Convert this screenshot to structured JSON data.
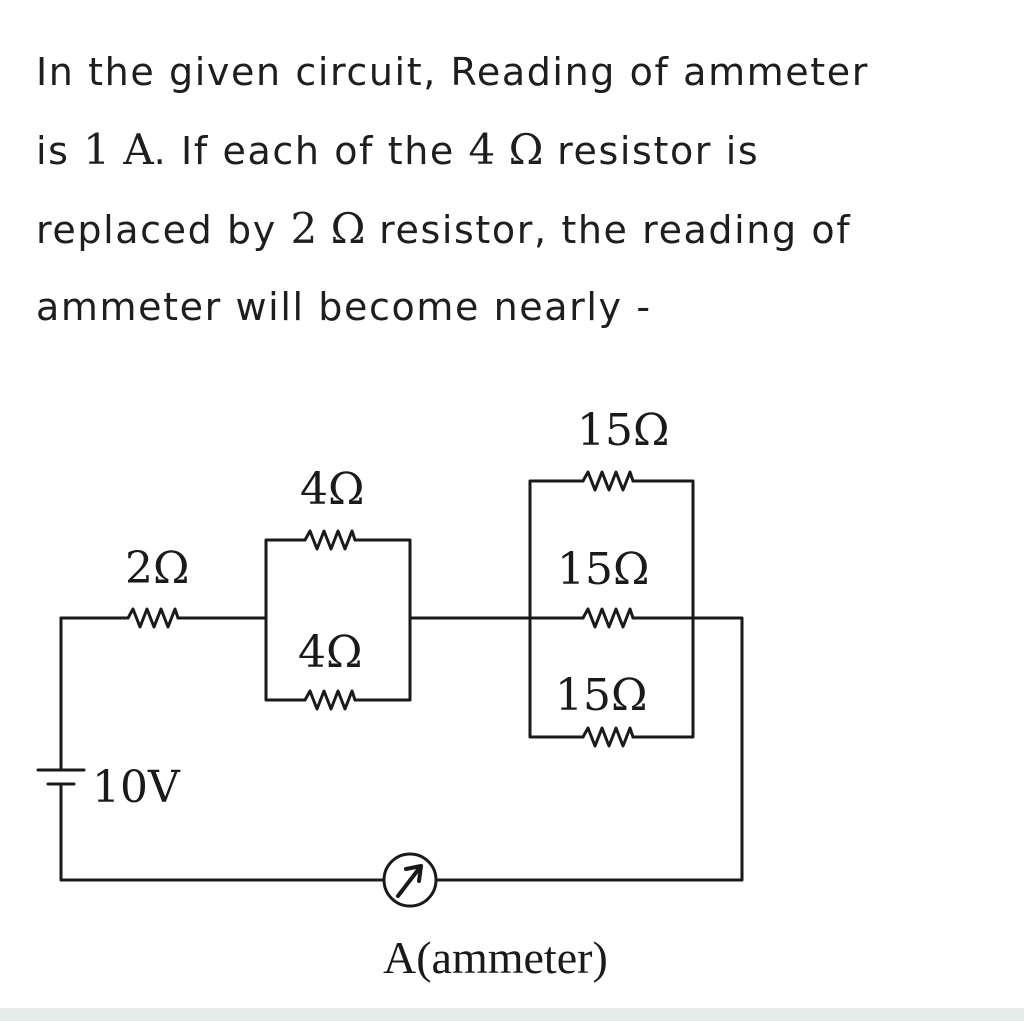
{
  "question": {
    "line1": "In the given circuit, Reading of ammeter",
    "line2_a": "is ",
    "line2_val1": "1 A",
    "line2_b": ". If each of the ",
    "line2_val2": "4 Ω",
    "line2_c": " resistor is",
    "line3_a": "replaced by ",
    "line3_val": "2 Ω",
    "line3_b": " resistor, the reading of",
    "line4": "ammeter will become nearly -"
  },
  "circuit": {
    "resistor_2_label": "2Ω",
    "resistor_4_top_label": "4Ω",
    "resistor_4_bottom_label": "4Ω",
    "resistor_15_top_label": "15Ω",
    "resistor_15_middle_label": "15Ω",
    "resistor_15_bottom_label": "15Ω",
    "battery_label": "10V",
    "ammeter_label": "A(ammeter)"
  }
}
